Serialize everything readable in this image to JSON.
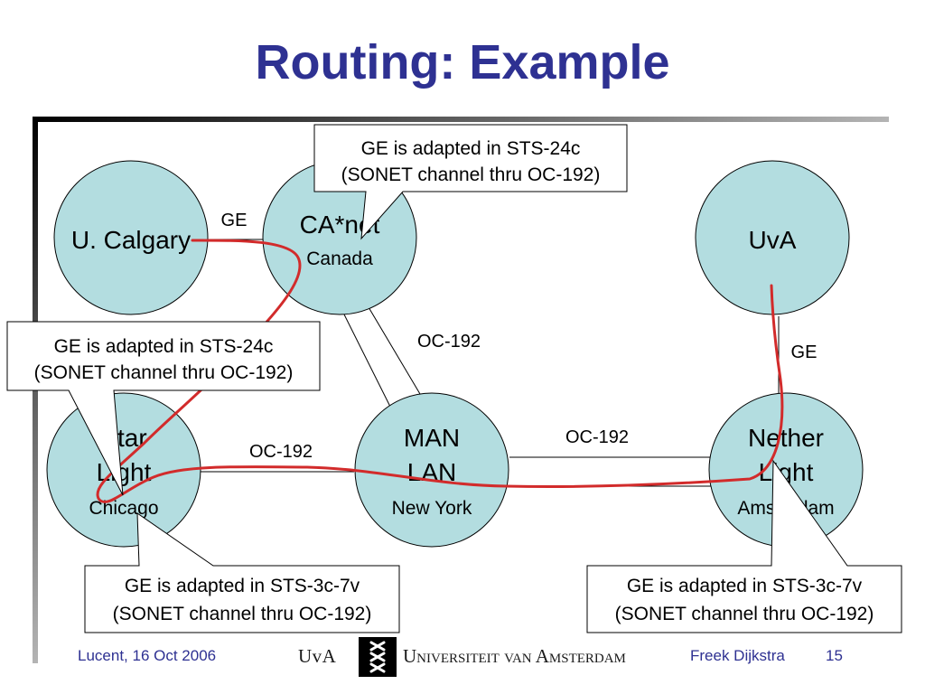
{
  "slide": {
    "title": "Routing: Example"
  },
  "nodes": {
    "calgary": {
      "line1": "U. Calgary"
    },
    "canet": {
      "line1": "CA*net",
      "line2": "Canada"
    },
    "uva": {
      "line1": "UvA"
    },
    "starlight": {
      "line1": "Star",
      "line2": "Light",
      "line3": "Chicago"
    },
    "manlan": {
      "line1": "MAN",
      "line2": "LAN",
      "line3": "New York"
    },
    "netherlight": {
      "line1": "Nether",
      "line2": "Light",
      "line3": "Amsterdam"
    }
  },
  "links": {
    "calgary_canet": "GE",
    "canet_manlan": "OC-192",
    "star_manlan": "OC-192",
    "manlan_nether": "OC-192",
    "uva_nether": "GE"
  },
  "callouts": {
    "top": {
      "line1": "GE is adapted in STS-24c",
      "line2": "(SONET channel thru OC-192)"
    },
    "left": {
      "line1": "GE is adapted in STS-24c",
      "line2": "(SONET channel thru OC-192)"
    },
    "bottom_left": {
      "line1": "GE is adapted in STS-3c-7v",
      "line2": "(SONET channel thru OC-192)"
    },
    "bottom_right": {
      "line1": "GE is adapted in STS-3c-7v",
      "line2": "(SONET channel thru OC-192)"
    }
  },
  "colors": {
    "title": "#2e3192",
    "node_fill": "#b3dde0",
    "route": "#d22b2b",
    "footer": "#2e3192"
  },
  "footer": {
    "event": "Lucent, 16 Oct 2006",
    "logo_short": "UvA",
    "logo_university": "Universiteit van Amsterdam",
    "author": "Freek Dijkstra",
    "page": "15"
  }
}
